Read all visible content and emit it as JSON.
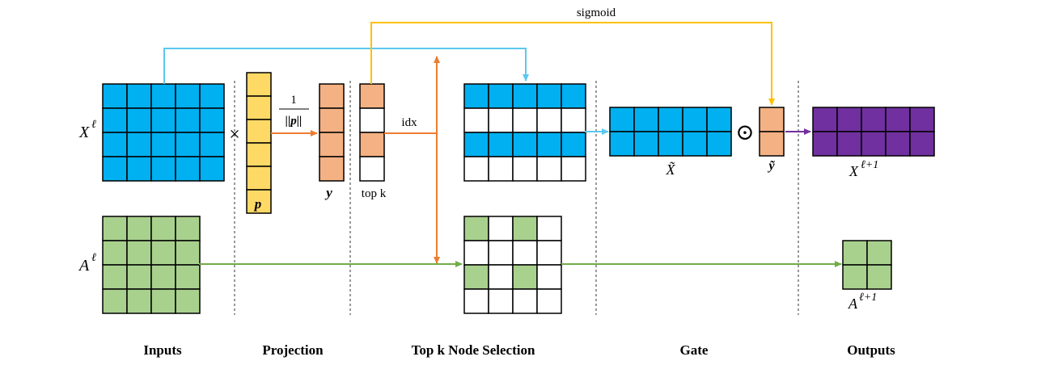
{
  "labels": {
    "sigmoid": "sigmoid",
    "idx": "idx",
    "top_k": "top k",
    "fraction_num": "1",
    "fraction_den": "||p||",
    "x_l_base": "X",
    "x_l_sup": "ℓ",
    "a_l_base": "A",
    "a_l_sup": "ℓ",
    "p": "p",
    "y": "y",
    "x_tilde": "X̃",
    "y_tilde": "ỹ",
    "x_out_base": "X",
    "x_out_sup": "ℓ+1",
    "a_out_base": "A",
    "a_out_sup": "ℓ+1",
    "times": "×",
    "odot": "⊙"
  },
  "sections": {
    "inputs": "Inputs",
    "projection": "Projection",
    "topk": "Top k Node Selection",
    "gate": "Gate",
    "outputs": "Outputs"
  },
  "colors": {
    "blue": "#00B0F0",
    "green": "#A9D18E",
    "yellow": "#FFD966",
    "orange_cell": "#F4B183",
    "purple": "#7030A0",
    "arrow_blue": "#5BC8F0",
    "arrow_orange": "#ED7D31",
    "arrow_yellow": "#FFC000",
    "arrow_green": "#70AD47",
    "arrow_purple": "#7030A0"
  }
}
